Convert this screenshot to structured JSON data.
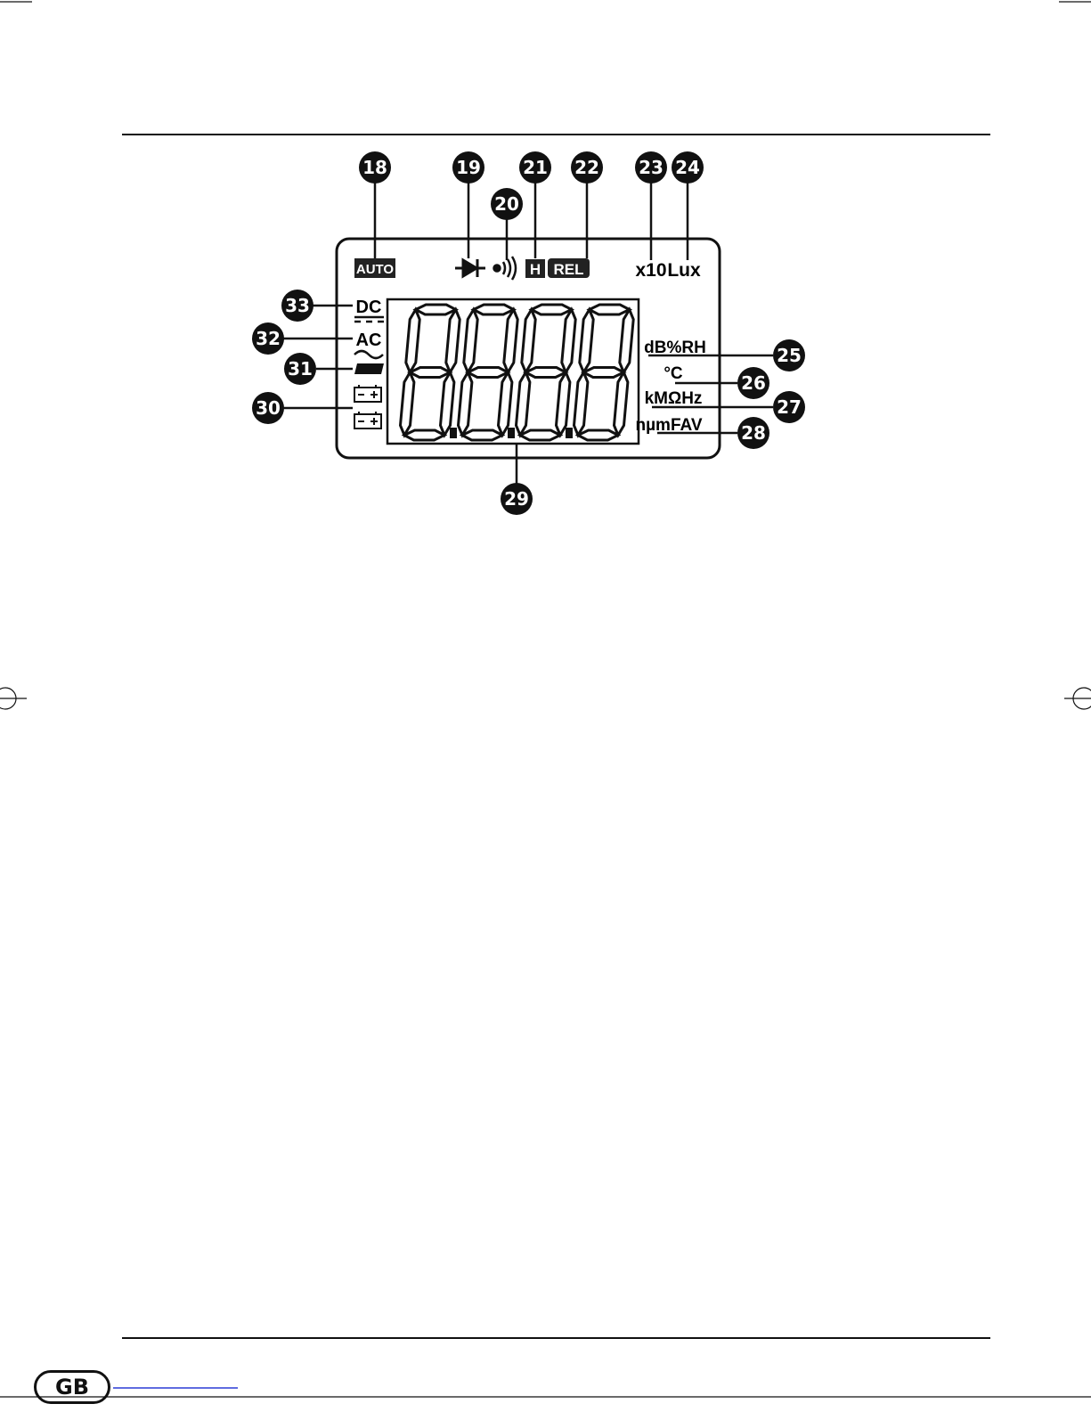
{
  "page": {
    "language_badge": "GB"
  },
  "lcd": {
    "auto_label": "AUTO",
    "hold_label": "H",
    "rel_label": "REL",
    "x10_label": "x10",
    "lux_label": "Lux",
    "dc_label": "DC",
    "ac_label": "AC",
    "db_rh_label": "dB%RH",
    "celsius_label": "°C",
    "kmohm_hz_label": "kMΩHz",
    "nmufav_label": "nµmFAV",
    "digits_display": "8.8.8.8"
  },
  "callouts": [
    "18",
    "19",
    "20",
    "21",
    "22",
    "23",
    "24",
    "25",
    "26",
    "27",
    "28",
    "29",
    "30",
    "31",
    "32",
    "33"
  ]
}
